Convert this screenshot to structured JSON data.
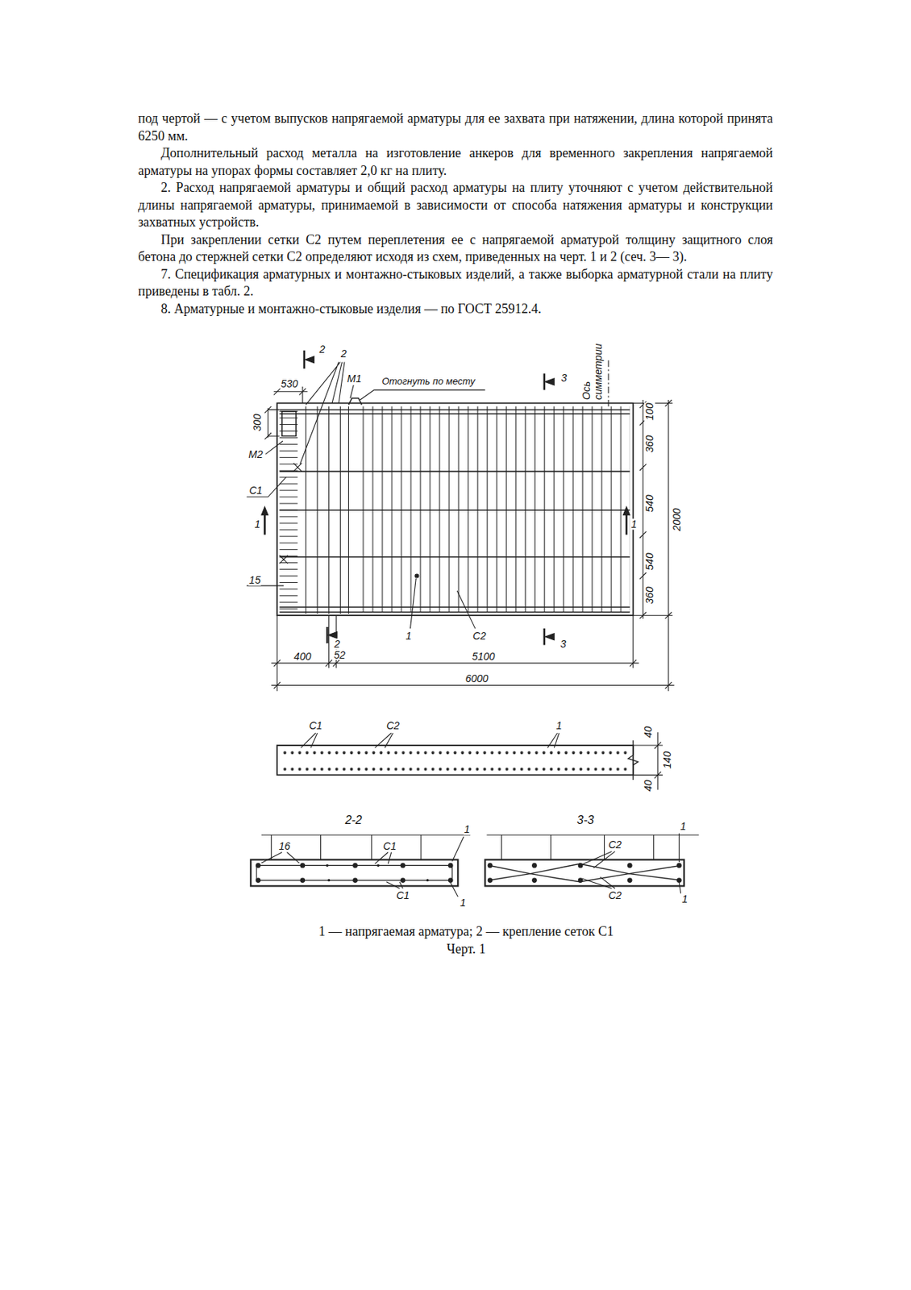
{
  "diagram": {
    "caption": "Черт. 1",
    "labels": [
      "под чертой — с учетом выпусков напрягаемой арматуры для ее захвата при натяжении, длина которой принята 6250 мм.",
      "Дополнительный расход металла на изготовление анкеров для временного закрепления напрягаемой арматуры на упорах формы составляет 2,0 кг на плиту.",
      "2. Расход напрягаемой арматуры и общий расход арматуры на плиту уточняют с учетом действительной длины напрягаемой арматуры, принимаемой в зависимости от способа натяжения арматуры и конструкции захватных устройств.",
      "При закреплении сетки С2 путем переплетения ее с напрягаемой арматурой толщину защитного слоя бетона до стержней сетки С2 определяют исходя из схем, приведенных на черт. 1 и 2 (сеч. 3— 3).",
      "7. Спецификация арматурных и монтажно-стыковых изделий, а также выборка арматурной стали на плиту приведены в табл. 2.",
      "8. Арматурные и монтажно-стыковые изделия — по ГОСТ 25912.4.",
      "2",
      "2",
      "530",
      "М1",
      "Отогнуть по месту",
      "3",
      "Ось симметрии",
      "100",
      "360",
      "300",
      "М2",
      "540",
      "С1",
      "1",
      "1",
      "2000",
      "540",
      "15",
      "360",
      "2",
      "1",
      "С2",
      "3",
      "400",
      "52",
      "5100",
      "6000",
      "С1",
      "С2",
      "1",
      "40",
      "140",
      "40",
      "2-2",
      "3-3",
      "1",
      "1",
      "16",
      "С1",
      "С2",
      "С1",
      "С2",
      "1",
      "1",
      "1 — напрягаемая арматура; 2 — крепление сеток С1"
    ]
  }
}
